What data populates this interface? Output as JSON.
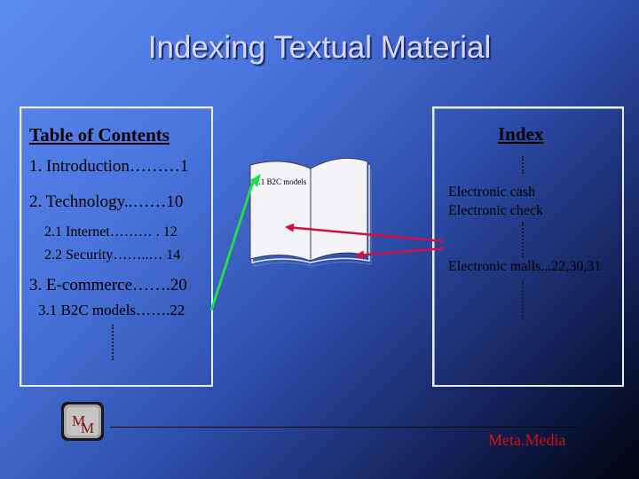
{
  "slide": {
    "title": "Indexing Textual Material"
  },
  "toc": {
    "heading": "Table of Contents",
    "entries": [
      {
        "text": "1. Introduction………1"
      },
      {
        "text": "2. Technology..……10"
      },
      {
        "text": "2.1 Internet……… . 12"
      },
      {
        "text": "2.2 Security……..… 14"
      },
      {
        "text": "3. E-commerce…….20"
      },
      {
        "text": "3.1 B2C models…….22"
      }
    ]
  },
  "book": {
    "page_label": "3.1 B2C models"
  },
  "index": {
    "heading": "Index",
    "entries": [
      {
        "text": "Electronic cash"
      },
      {
        "text": "Electronic check"
      },
      {
        "text": "Electronic malls...22,30,31"
      }
    ]
  },
  "footer": {
    "logo_letters": [
      "M",
      "M"
    ],
    "brand": "Meta.Media"
  },
  "colors": {
    "background_start": "#5a8cf0",
    "background_end": "#020410",
    "title": "#d8d8ff",
    "green_arrow": "#22dd44",
    "red_arrow": "#d01040",
    "brand": "#d01010"
  }
}
